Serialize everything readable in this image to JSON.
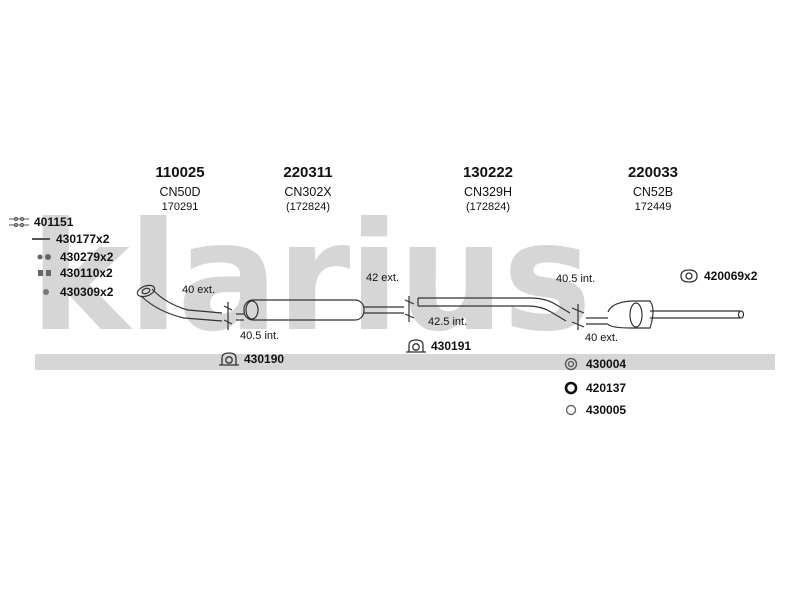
{
  "watermark": {
    "text": "klarius"
  },
  "headers": [
    {
      "number": "110025",
      "code": "CN50D",
      "ref": "170291"
    },
    {
      "number": "220311",
      "code": "CN302X",
      "ref": "(172824)"
    },
    {
      "number": "130222",
      "code": "CN329H",
      "ref": "(172824)"
    },
    {
      "number": "220033",
      "code": "CN52B",
      "ref": "172449"
    }
  ],
  "left_parts": [
    {
      "label": "401151",
      "icon": "bolt-set-icon"
    },
    {
      "label": "430177x2",
      "icon": "stud-icon"
    },
    {
      "label": "430279x2",
      "icon": "nut-pair-icon"
    },
    {
      "label": "430110x2",
      "icon": "spring-icon"
    },
    {
      "label": "430309x2",
      "icon": "washer-icon"
    }
  ],
  "clamps": [
    {
      "label": "430190",
      "icon": "clamp-icon"
    },
    {
      "label": "430191",
      "icon": "clamp-icon"
    }
  ],
  "gasket_right": {
    "label": "420069x2",
    "icon": "flange-gasket-icon"
  },
  "right_parts": [
    {
      "label": "430004",
      "icon": "bracket-ring-icon"
    },
    {
      "label": "420137",
      "icon": "seal-ring-icon"
    },
    {
      "label": "430005",
      "icon": "rubber-ring-icon"
    }
  ],
  "notes": {
    "ext1": "40 ext.",
    "int1": "40.5 int.",
    "ext2": "42 ext.",
    "int2": "42.5 int.",
    "int3": "40.5 int.",
    "ext3": "40 ext."
  },
  "colors": {
    "watermark": "#d6d6d6",
    "line": "#333333",
    "text": "#111111"
  }
}
